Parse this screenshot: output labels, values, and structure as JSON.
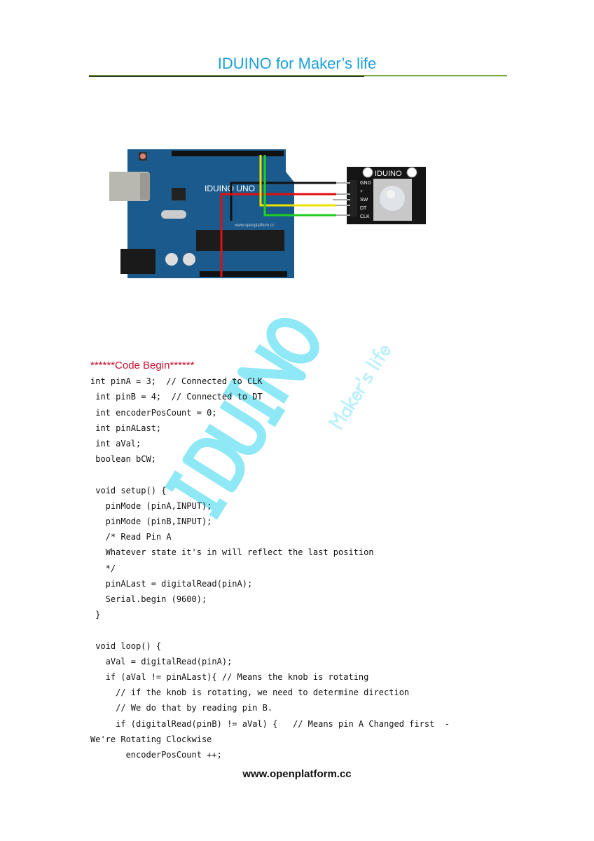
{
  "header": {
    "title": "IDUINO for Maker’s life"
  },
  "figure": {
    "board_label": "IDUINO UNO",
    "board_url": "www.openplatform.cc",
    "module_label": "IDUINO",
    "module_pins": [
      "GND",
      "+",
      "SW",
      "DT",
      "CLK"
    ],
    "wire_colors": {
      "gnd": "#111111",
      "vcc": "#e01010",
      "dt": "#f0e000",
      "clk": "#20d020"
    }
  },
  "watermark": {
    "logo": "IDUINO",
    "tagline": "Maker's life"
  },
  "code": {
    "begin_marker": "******Code Begin******",
    "lines": [
      "int pinA = 3;  // Connected to CLK",
      " int pinB = 4;  // Connected to DT",
      " int encoderPosCount = 0;",
      " int pinALast;",
      " int aVal;",
      " boolean bCW;",
      "",
      " void setup() {",
      "   pinMode (pinA,INPUT);",
      "   pinMode (pinB,INPUT);",
      "   /* Read Pin A",
      "   Whatever state it's in will reflect the last position",
      "   */",
      "   pinALast = digitalRead(pinA);",
      "   Serial.begin (9600);",
      " }",
      "",
      " void loop() {",
      "   aVal = digitalRead(pinA);",
      "   if (aVal != pinALast){ // Means the knob is rotating",
      "     // if the knob is rotating, we need to determine direction",
      "     // We do that by reading pin B.",
      "     if (digitalRead(pinB) != aVal) {   // Means pin A Changed first  -",
      "We're Rotating Clockwise",
      "       encoderPosCount ++;"
    ]
  },
  "footer": {
    "url": "www.openplatform.cc"
  }
}
